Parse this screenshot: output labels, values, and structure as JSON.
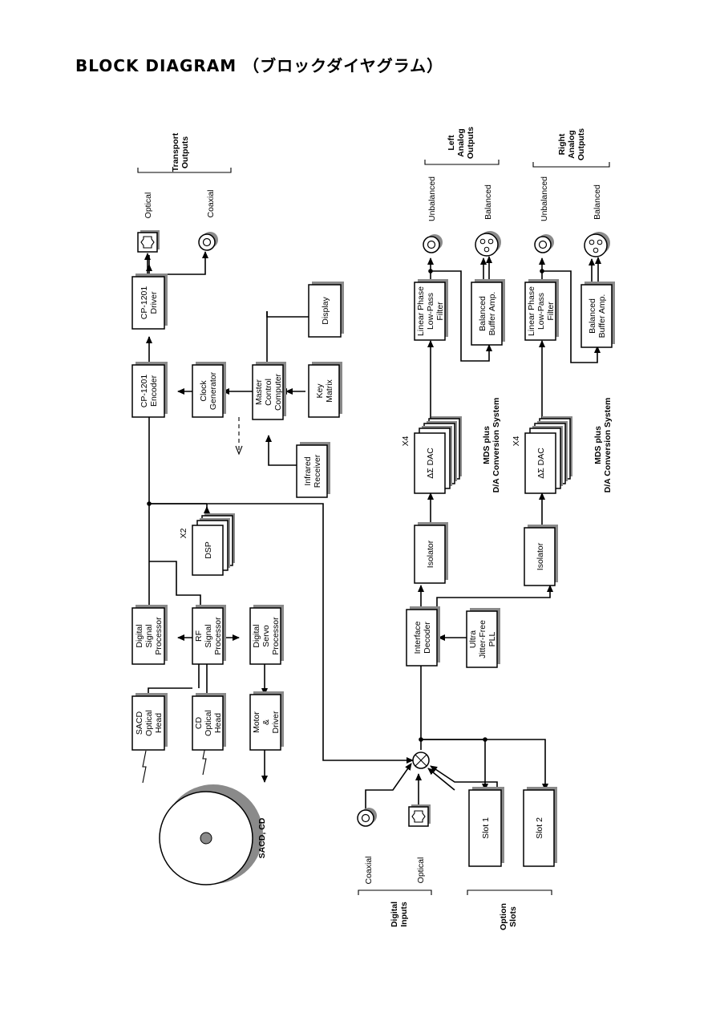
{
  "page_title": "BLOCK DIAGRAM （ブロックダイヤグラム）",
  "blocks": {
    "sacd_head": [
      "SACD",
      "Optical",
      "Head"
    ],
    "cd_head": [
      "CD",
      "Optical",
      "Head"
    ],
    "motor": [
      "Motor",
      "&",
      "Driver"
    ],
    "dsp_main": [
      "Digital",
      "Signal",
      "Processor"
    ],
    "rf": [
      "RF",
      "Signal",
      "Processor"
    ],
    "servo": [
      "Digital",
      "Servo",
      "Processor"
    ],
    "dsp_x2": [
      "DSP"
    ],
    "x2": "X2",
    "encoder": [
      "CP-1201",
      "Encoder"
    ],
    "clock": [
      "Clock",
      "Generator"
    ],
    "mcc": [
      "Master",
      "Control",
      "Computer"
    ],
    "infrared": [
      "Infrared",
      "Receiver"
    ],
    "keymatrix": [
      "Key",
      "Matrix"
    ],
    "display": [
      "Display"
    ],
    "driver": [
      "CP-1201",
      "Driver"
    ],
    "interface": [
      "Interface",
      "Decoder"
    ],
    "pll": [
      "Ultra",
      "Jitter-Free",
      "PLL"
    ],
    "isolator_l": [
      "Isolator"
    ],
    "isolator_r": [
      "Isolator"
    ],
    "dac_l": [
      "ΔΣ DAC"
    ],
    "dac_r": [
      "ΔΣ DAC"
    ],
    "x4_l": "X4",
    "x4_r": "X4",
    "lpf_l": [
      "Linear Phase",
      "Low-Pass",
      "Filter"
    ],
    "lpf_r": [
      "Linear Phase",
      "Low-Pass",
      "Filter"
    ],
    "buf_l": [
      "Balanced",
      "Buffer Amp."
    ],
    "buf_r": [
      "Balanced",
      "Buffer Amp."
    ],
    "slot1": [
      "Slot 1"
    ],
    "slot2": [
      "Slot 2"
    ]
  },
  "labels": {
    "sacd_cd": "SACD, CD",
    "mds_l": [
      "MDS plus",
      "D/A Conversion System"
    ],
    "mds_r": [
      "MDS plus",
      "D/A Conversion System"
    ],
    "optical_out": "Optical",
    "coaxial_out": "Coaxial",
    "transport_outputs": [
      "Transport",
      "Outputs"
    ],
    "unbalanced_l": "Unbalanced",
    "balanced_l": "Balanced",
    "left_outputs": [
      "Left",
      "Analog",
      "Outputs"
    ],
    "unbalanced_r": "Unbalanced",
    "balanced_r": "Balanced",
    "right_outputs": [
      "Right",
      "Analog",
      "Outputs"
    ],
    "coaxial_in": "Coaxial",
    "optical_in": "Optical",
    "digital_inputs": [
      "Digital",
      "Inputs"
    ],
    "option_slots": [
      "Option",
      "Slots"
    ]
  }
}
